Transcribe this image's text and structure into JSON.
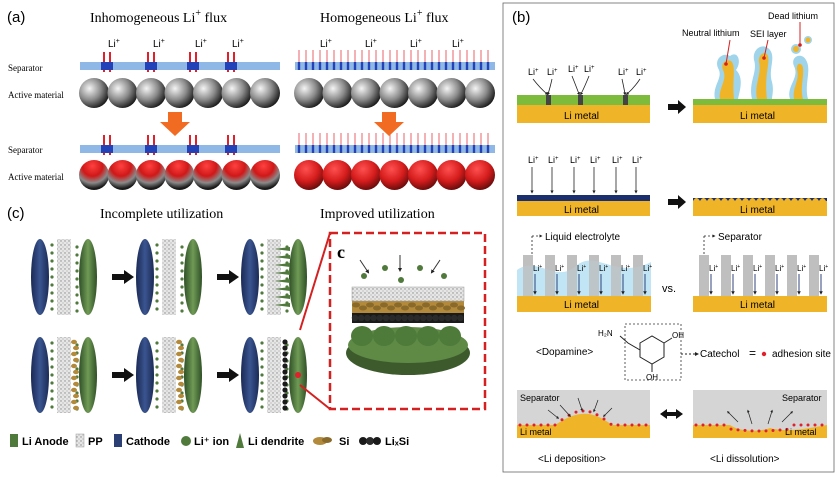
{
  "panel_a": {
    "label": "(a)",
    "left_title": "Inhomogeneous Li",
    "left_title_sup": "+",
    "left_title_tail": " flux",
    "right_title": "Homogeneous Li",
    "right_title_sup": "+",
    "right_title_tail": " flux",
    "separator_label": "Separator",
    "active_label": "Active material",
    "ion_label": "Li",
    "ion_sup": "+",
    "left_caption": "Incomplete utilization",
    "right_caption": "Improved utilization"
  },
  "panel_b": {
    "label": "(b)",
    "li_metal": "Li metal",
    "ion_label": "Li",
    "ion_sup": "+",
    "neutral_lithium": "Neutral lithium",
    "dead_lithium": "Dead lithium",
    "sei_layer": "SEI layer",
    "liquid_electrolyte": "Liquid electrolyte",
    "separator": "Separator",
    "vs": "vs.",
    "dopamine": "<Dopamine>",
    "catechol": "Catechol",
    "adhesion_site": "adhesion site",
    "amine": "H₂N",
    "oh": "OH",
    "li_deposition": "<Li deposition>",
    "li_dissolution": "<Li dissolution>"
  },
  "panel_c": {
    "label": "(c)",
    "inset_label": "c",
    "legend": [
      "Li Anode",
      "PP",
      "Cathode",
      "Li⁺ ion",
      "Li dendrite",
      "Si",
      "LiₓSi"
    ]
  },
  "colors": {
    "separator_blue": "#8fb8e6",
    "li_metal": "#f0b429",
    "sei_green": "#7dbb3c",
    "dark_blue": "#1b2f6e",
    "ion_red": "#e0202a",
    "arrow_orange": "#f26b22",
    "inset_border": "#d42020",
    "anode_green": "#4f7a3c",
    "cathode_blue": "#2b3f75"
  }
}
